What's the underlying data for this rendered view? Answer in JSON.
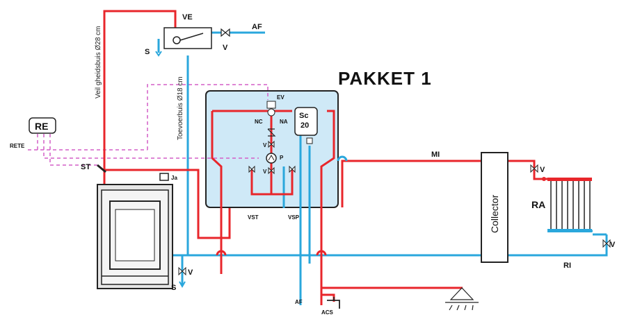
{
  "title": "PAKKET 1",
  "labels": {
    "ve": "VE",
    "af_top": "AF",
    "v_top": "V",
    "s_top": "S",
    "re": "RE",
    "rete": "RETE",
    "st": "ST",
    "ja": "Ja",
    "ev": "EV",
    "nc": "NC",
    "na": "NA",
    "sc": "Sc",
    "sc_num": "20",
    "v_pkg": "V",
    "p": "P",
    "v_pkg2": "V",
    "vst": "VST",
    "vsp": "VSP",
    "mi": "MI",
    "collector": "Collector",
    "v_ra_top": "V",
    "ra": "RA",
    "v_ra_bottom": "V",
    "ri": "RI",
    "v_bottom": "V",
    "s_bottom": "S",
    "af_bottom": "AF",
    "acs": "ACS"
  },
  "vertical_labels": {
    "safety_pipe": "Veil gheidsbuis Ø28 cm",
    "supply_pipe": "Toevoerbuis Ø18 cm"
  },
  "colors": {
    "hot": "#e8262b",
    "cold": "#2aa7dc",
    "signal": "#d45fc7",
    "panel": "#cfe9f7",
    "outline": "#222222"
  }
}
